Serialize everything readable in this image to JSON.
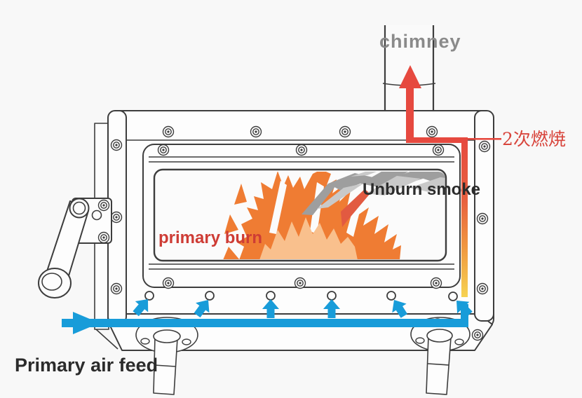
{
  "diagram": {
    "subject": "wood stove combustion airflow diagram",
    "labels": {
      "chimney": "chimney",
      "secondary_combustion": "2次燃焼",
      "unburn_smoke": "Unburn smoke",
      "primary_burn": "primary burn",
      "primary_air_feed": "Primary air feed"
    },
    "air_hole_count": 6,
    "colors": {
      "primary_air_blue": "#189cd9",
      "flue_red": "#e6493f",
      "riser_orange_red": "#e8613f",
      "riser_orange": "#f0963f",
      "riser_yellow": "#f6d352",
      "flame_orange": "#ef7c33",
      "flame_inner": "#f9c08d",
      "flame_streak_red": "#e25a41",
      "smoke_gray": "#9e9e9e",
      "smoke_gray_light": "#c9c9c9",
      "chimney_label_gray": "#8a8a8a",
      "secondary_label_red": "#d8453c",
      "primary_burn_red": "#ce3c35",
      "text_black": "#2b2b2b",
      "outline": "#3d3d3d"
    }
  }
}
